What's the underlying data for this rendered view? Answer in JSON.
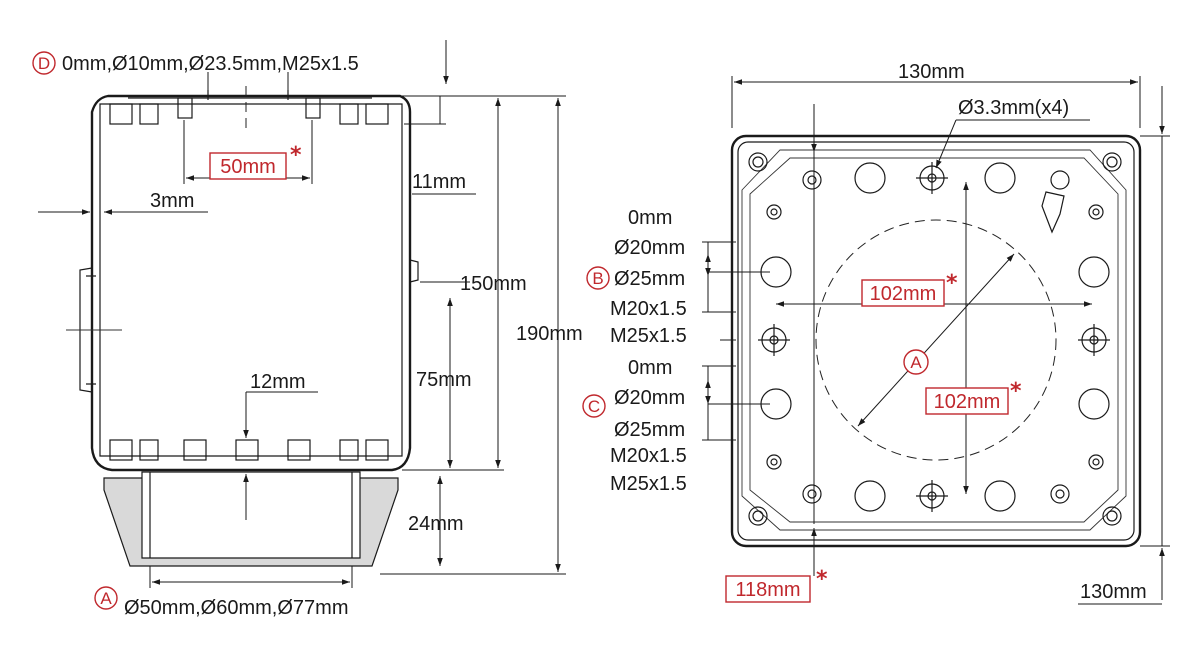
{
  "side_view": {
    "top_label": "0mm,Ø10mm,Ø23.5mm,M25x1.5",
    "top_marker": "D",
    "dim_50": "50mm",
    "dim_3": "3mm",
    "dim_11": "11mm",
    "dim_12": "12mm",
    "dim_150": "150mm",
    "dim_190": "190mm",
    "dim_75": "75mm",
    "dim_24": "24mm",
    "bottom_label": "Ø50mm,Ø60mm,Ø77mm",
    "bottom_marker": "A"
  },
  "top_view": {
    "dim_width": "130mm",
    "dim_height": "130mm",
    "dim_hole": "Ø3.3mm(x4)",
    "dim_102_h": "102mm",
    "dim_102_d": "102mm",
    "dim_118": "118mm",
    "center_marker": "A",
    "b_marker": "B",
    "c_marker": "C",
    "b_lines": [
      "0mm",
      "Ø20mm",
      "Ø25mm",
      "M20x1.5",
      "M25x1.5"
    ],
    "c_lines": [
      "0mm",
      "Ø20mm",
      "Ø25mm",
      "M20x1.5",
      "M25x1.5"
    ]
  },
  "asterisk": "*",
  "colors": {
    "line": "#1a1a1a",
    "accent": "#c0282d",
    "fill": "#d9d9d9"
  }
}
